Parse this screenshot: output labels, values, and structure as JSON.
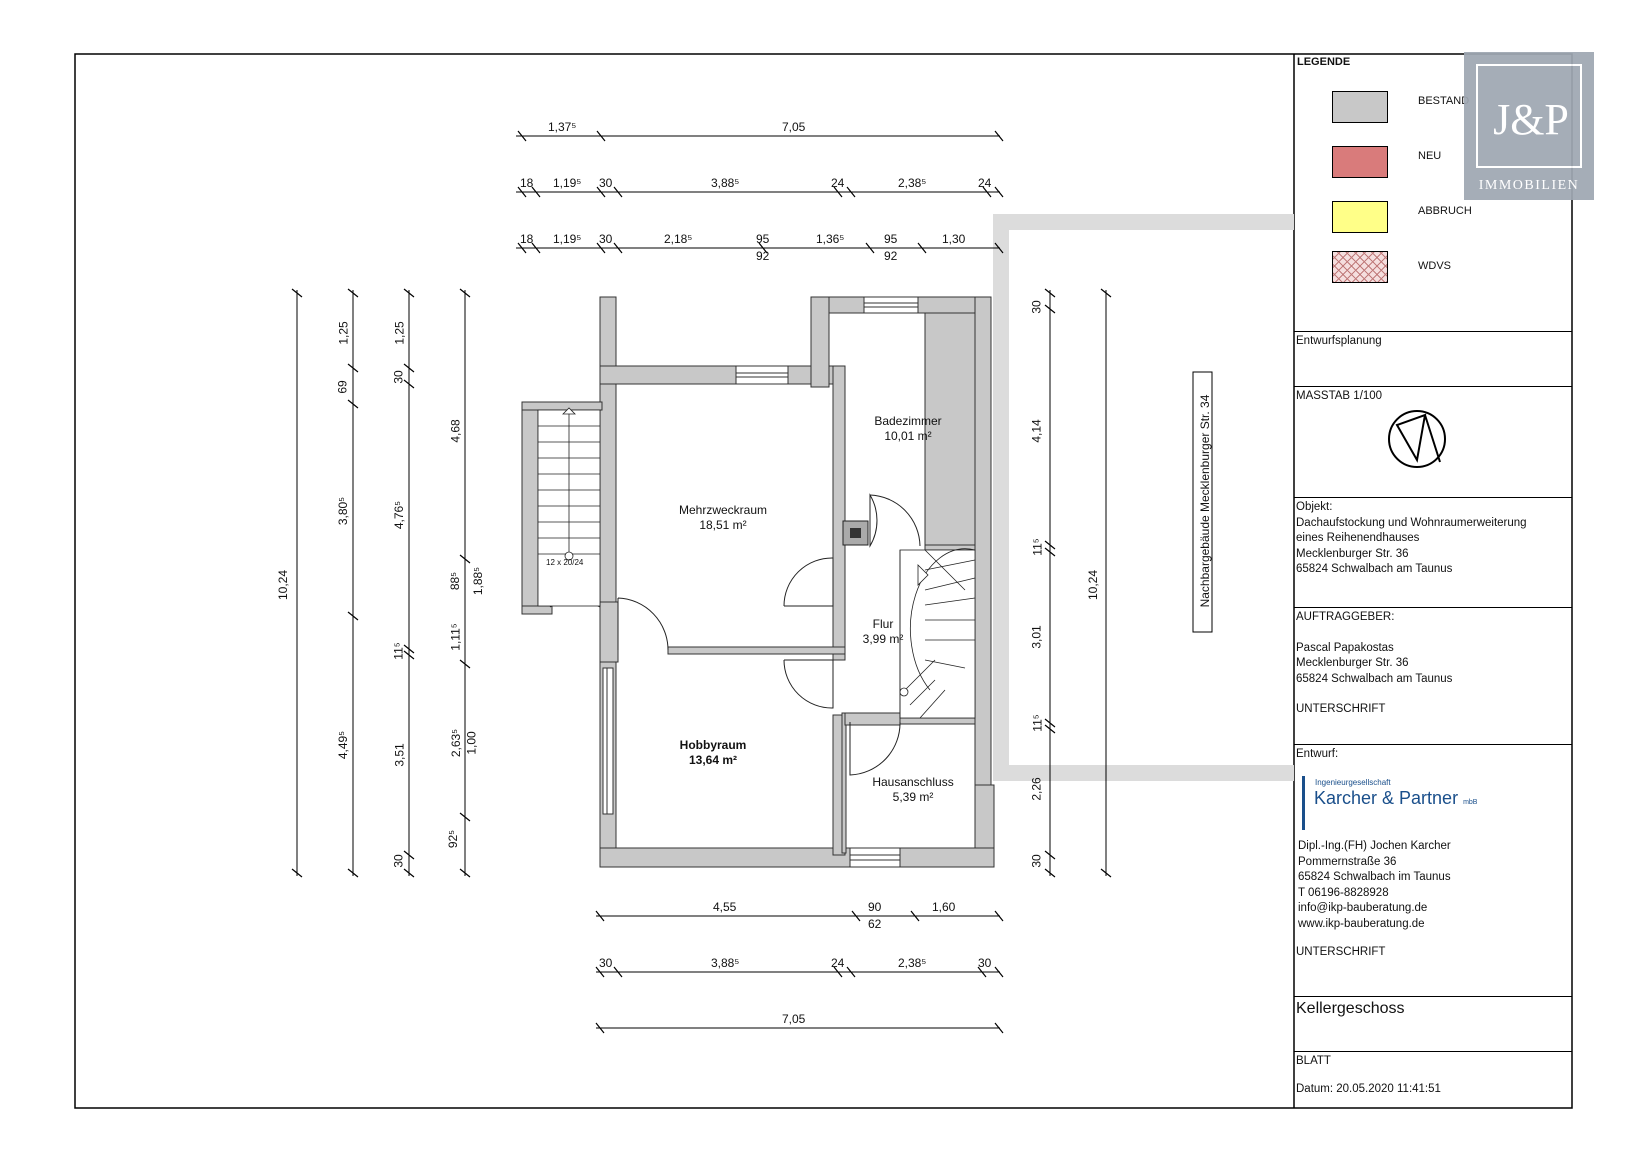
{
  "legend": {
    "title": "LEGENDE",
    "items": [
      {
        "label": "BESTAND",
        "color": "#c8c8c8"
      },
      {
        "label": "NEU",
        "color": "#d97b7b"
      },
      {
        "label": "ABBRUCH",
        "color": "#ffff88"
      },
      {
        "label": "WDVS",
        "color": "#f2d4d4"
      }
    ]
  },
  "planning_phase": "Entwurfsplanung",
  "scale": "MASSTAB 1/100",
  "object": {
    "label": "Objekt:",
    "line1": "Dachaufstockung und Wohnraumerweiterung",
    "line2": "eines Reihenendhauses",
    "line3": "Mecklenburger Str. 36",
    "line4": "65824 Schwalbach am Taunus"
  },
  "client": {
    "label": "AUFTRAGGEBER:",
    "name": "Pascal Papakostas",
    "street": "Mecklenburger Str. 36",
    "city": "65824 Schwalbach am Taunus",
    "signature": "UNTERSCHRIFT"
  },
  "design": {
    "label": "Entwurf:",
    "firm_small": "Ingenieurgesellschaft",
    "firm_name": "Karcher & Partner",
    "firm_suffix": "mbB",
    "person": "Dipl.-Ing.(FH) Jochen Karcher",
    "street": "Pommernstraße 36",
    "city": "65824 Schwalbach im Taunus",
    "phone": "T 06196-8828928",
    "email": "info@ikp-bauberatung.de",
    "web": "www.ikp-bauberatung.de",
    "signature": "UNTERSCHRIFT"
  },
  "floor": "Kellergeschoss",
  "sheet": "BLATT",
  "date": "Datum: 20.05.2020 11:41:51",
  "logo": {
    "main": "J&P",
    "sub": "IMMOBILIEN"
  },
  "neighbor_label": "Nachbargebäude Mecklenburger Str. 34",
  "rooms": {
    "mehrzweck": {
      "name": "Mehrzweckraum",
      "area": "18,51 m²"
    },
    "bad": {
      "name": "Badezimmer",
      "area": "10,01 m²"
    },
    "flur": {
      "name": "Flur",
      "area": "3,99 m²"
    },
    "hobby": {
      "name": "Hobbyraum",
      "area": "13,64 m²"
    },
    "hausanschluss": {
      "name": "Hausanschluss",
      "area": "5,39 m²"
    }
  },
  "stair_label": "12 x 20/24",
  "dims_top": {
    "r1": [
      "1,37⁵",
      "7,05"
    ],
    "r2": [
      "18",
      "1,19⁵",
      "30",
      "3,88⁵",
      "24",
      "2,38⁵",
      "24"
    ],
    "r3": [
      "18",
      "1,19⁵",
      "30",
      "2,18⁵",
      "95",
      "92",
      "1,36⁵",
      "95",
      "92",
      "1,30"
    ]
  },
  "dims_bottom": {
    "r1": [
      "4,55",
      "90",
      "62",
      "1,60"
    ],
    "r2": [
      "30",
      "3,88⁵",
      "24",
      "2,38⁵",
      "30"
    ],
    "r3": [
      "7,05"
    ]
  },
  "dims_left": {
    "c1": [
      "10,24"
    ],
    "c2": [
      "1,25",
      "69",
      "3,80⁵",
      "4,49⁵"
    ],
    "c3": [
      "1,25",
      "30",
      "4,76⁵",
      "11⁵",
      "3,51",
      "30"
    ],
    "c4": [
      "4,68",
      "88⁵",
      "1,88⁵",
      "1,11⁵",
      "2,63⁵",
      "1,00",
      "92⁵"
    ]
  },
  "dims_right": {
    "c1": [
      "30",
      "4,14",
      "11⁵",
      "3,01",
      "11⁵",
      "2,26",
      "30"
    ],
    "c2": [
      "10,24"
    ]
  }
}
